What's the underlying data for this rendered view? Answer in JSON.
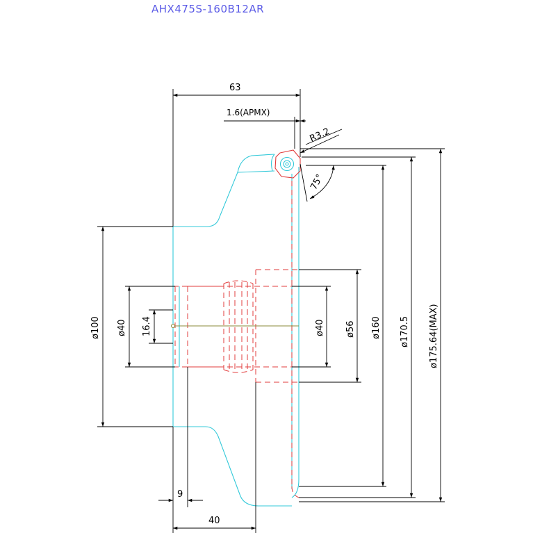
{
  "title": "AHX475S-160B12AR",
  "colors": {
    "title": "#5a5ae6",
    "outline": "#33c9d9",
    "hidden": "#e23b3b",
    "dimension": "#000000",
    "center": "#8a8a3a"
  },
  "dimensions": {
    "d63": "63",
    "d16": "1.6(APMX)",
    "r32": "R3.2",
    "a75": "75°",
    "d100": "ø100",
    "d40l": "ø40",
    "d164": "16.4",
    "d40r": "ø40",
    "d56": "ø56",
    "d160": "ø160",
    "d1705": "ø170.5",
    "d17564": "ø175.64(MAX)",
    "d9": "9",
    "d40b": "40"
  }
}
